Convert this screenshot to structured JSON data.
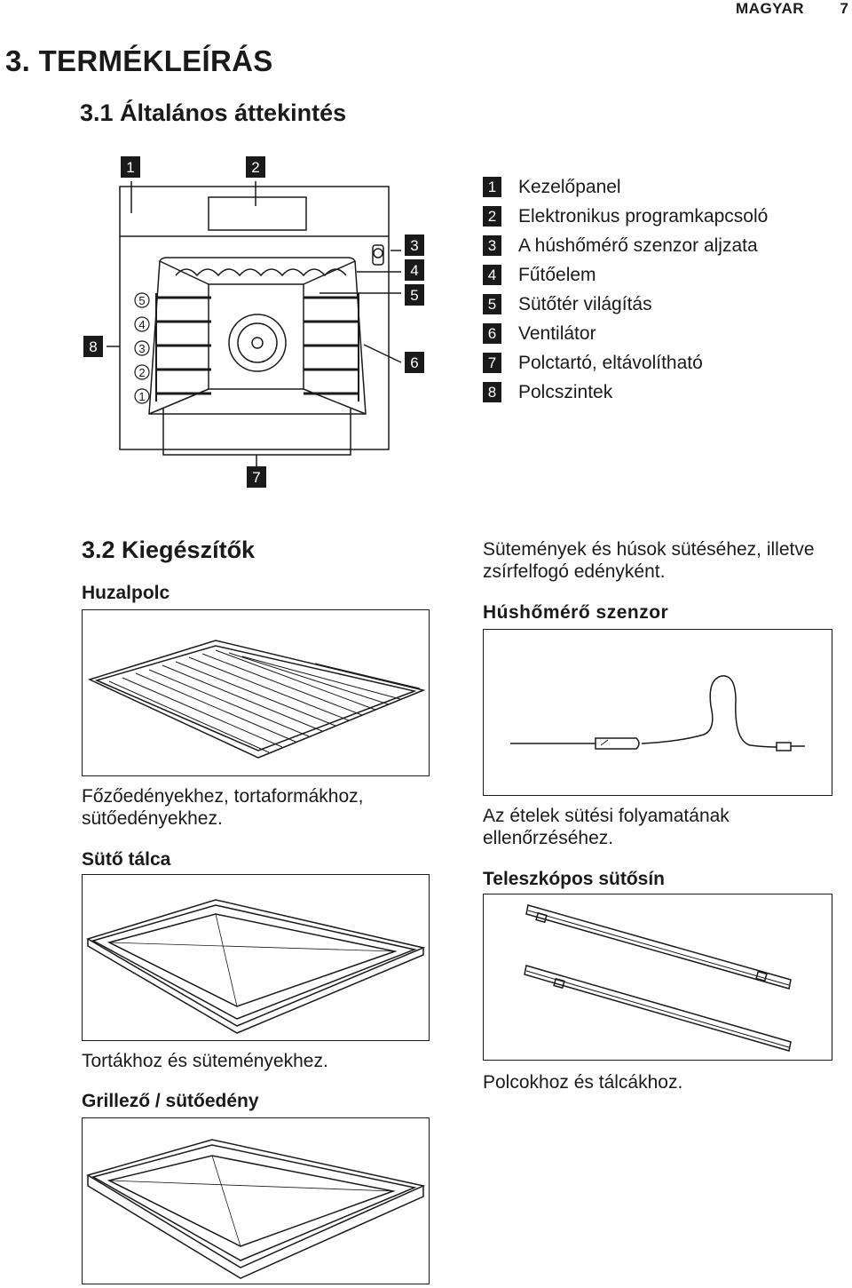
{
  "header": {
    "language": "MAGYAR",
    "page_number": "7"
  },
  "section_title": "3. TERMÉKLEÍRÁS",
  "overview": {
    "title": "3.1 Általános áttekintés",
    "callouts": [
      "1",
      "2",
      "3",
      "4",
      "5",
      "6",
      "7",
      "8"
    ],
    "shelf_levels": [
      "5",
      "4",
      "3",
      "2",
      "1"
    ],
    "legend": [
      {
        "num": "1",
        "label": "Kezelőpanel"
      },
      {
        "num": "2",
        "label": "Elektronikus programkapcsoló"
      },
      {
        "num": "3",
        "label": "A húshőmérő szenzor aljzata"
      },
      {
        "num": "4",
        "label": "Fűtőelem"
      },
      {
        "num": "5",
        "label": "Sütőtér világítás"
      },
      {
        "num": "6",
        "label": "Ventilátor"
      },
      {
        "num": "7",
        "label": "Polctartó, eltávolítható"
      },
      {
        "num": "8",
        "label": "Polcszintek"
      }
    ]
  },
  "accessories": {
    "title": "3.2 Kiegészítők",
    "items": [
      {
        "name": "Huzalpolc",
        "description": "Főzőedényekhez, tortaformákhoz, sütőedényekhez."
      },
      {
        "name": "Sütő tálca",
        "description": "Tortákhoz és süteményekhez."
      },
      {
        "name": "Grillező / sütőedény",
        "description": "Sütemények és húsok sütéséhez, illetve zsírfelfogó edényként."
      },
      {
        "name": "Húshőmérő szenzor",
        "description": "Az ételek sütési folyamatának ellenőrzéséhez."
      },
      {
        "name": "Teleszkópos sütősín",
        "description": "Polcokhoz és tálcákhoz."
      }
    ]
  }
}
